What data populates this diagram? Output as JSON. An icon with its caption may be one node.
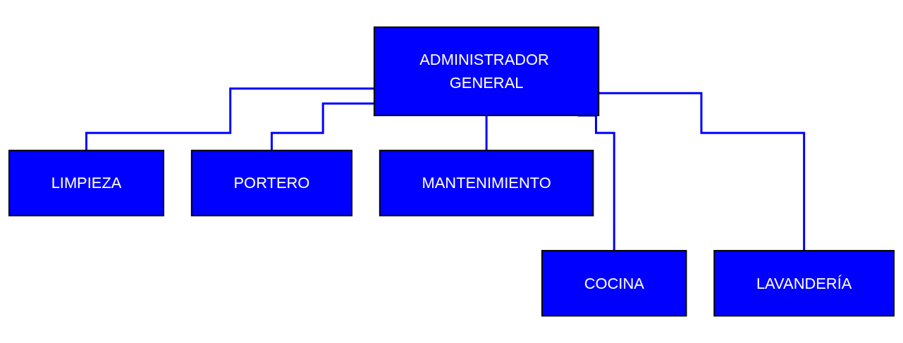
{
  "diagram": {
    "nodes": [
      {
        "text": [
          "ADMINISTRADOR GENERAL"
        ]
      },
      {
        "text": [
          "LIMPIEZA"
        ]
      },
      {
        "text": [
          "PORTERO"
        ]
      },
      {
        "text": [
          "MANTENIMIENTO"
        ]
      },
      {
        "text": [
          "COCINA"
        ]
      },
      {
        "text": [
          "LAVANDERÍA"
        ]
      }
    ],
    "edges": [
      {
        "from": 0,
        "to": 4,
        "arrow": "none"
      },
      {
        "from": 0,
        "to": 5,
        "arrow": "none"
      },
      {
        "from": 0,
        "to": 1,
        "arrow": "none"
      },
      {
        "from": 0,
        "to": 2,
        "arrow": "none"
      },
      {
        "from": 0,
        "to": 3,
        "arrow": "none"
      }
    ]
  }
}
